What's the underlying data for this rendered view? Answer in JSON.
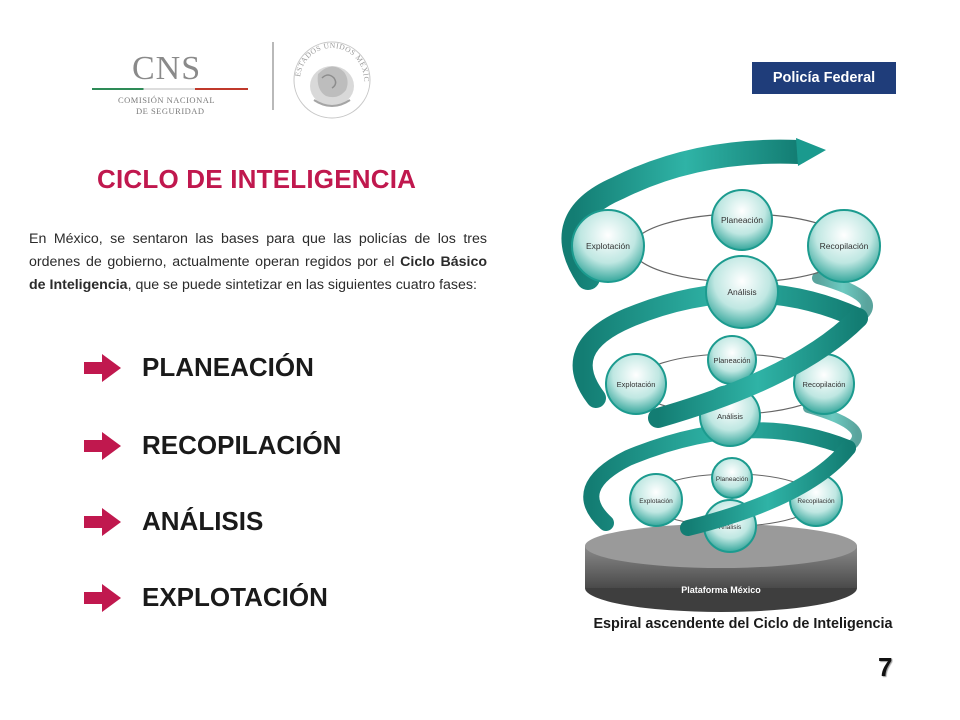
{
  "header": {
    "cns_acronym": "CNS",
    "cns_line1": "COMISIÓN NACIONAL",
    "cns_line2": "DE SEGURIDAD",
    "seal_text": "ESTADOS UNIDOS MEXICANOS",
    "badge": "Policía Federal"
  },
  "title": "CICLO DE INTELIGENCIA",
  "intro": {
    "before": "En México, se sentaron las bases para que las policías de los tres ordenes de gobierno, actualmente operan regidos por el ",
    "bold": "Ciclo Básico de Inteligencia",
    "after": ", que se puede sintetizar en las siguientes cuatro fases:"
  },
  "phases": [
    "PLANEACIÓN",
    "RECOPILACIÓN",
    "ANÁLISIS",
    "EXPLOTACIÓN"
  ],
  "diagram": {
    "levels": [
      {
        "planeacion": "Planeación",
        "recopilacion": "Recopilación",
        "analisis": "Análisis",
        "explotacion": "Explotación"
      },
      {
        "planeacion": "Planeación",
        "recopilacion": "Recopilación",
        "analisis": "Análisis",
        "explotacion": "Explotación"
      },
      {
        "planeacion": "Planeación",
        "recopilacion": "Recopilación",
        "analisis": "Análisis",
        "explotacion": "Explotación"
      }
    ],
    "platform": "Plataforma México",
    "caption": "Espiral ascendente del Ciclo de Inteligencia"
  },
  "slide_number": "7",
  "colors": {
    "title": "#c0184e",
    "badge": "#1f3d7a",
    "teal": "#1a9a8e",
    "arrow": "#c0184e"
  }
}
